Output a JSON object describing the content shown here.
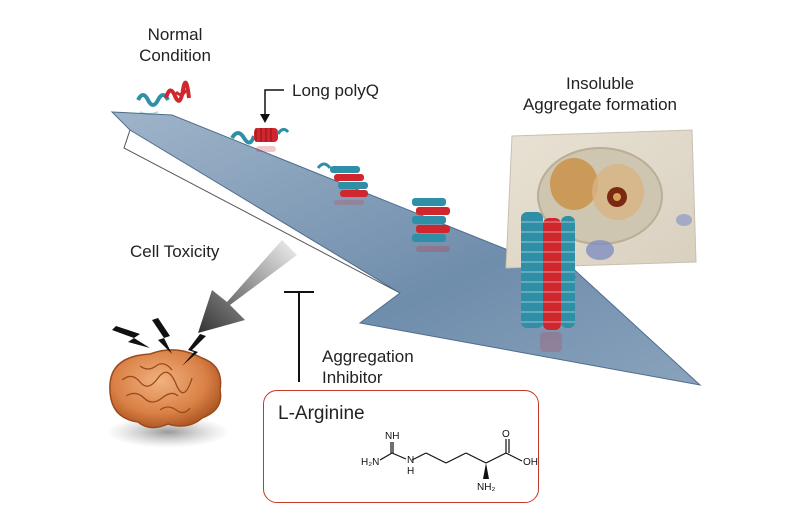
{
  "labels": {
    "normal_condition_line1": "Normal",
    "normal_condition_line2": "Condition",
    "long_polyq": "Long polyQ",
    "insoluble_line1": "Insoluble",
    "insoluble_line2": "Aggregate formation",
    "cell_toxicity": "Cell Toxicity",
    "aggregation_line1": "Aggregation",
    "aggregation_line2": "Inhibitor"
  },
  "inhibitor_box": {
    "name": "L-Arginine",
    "structure": {
      "nh": "NH",
      "h2n_left": "H₂N",
      "n_h_top": "N",
      "n_h_bottom": "H",
      "oh": "OH",
      "o": "O",
      "nh2": "NH₂"
    }
  },
  "colors": {
    "arrow_fill": "#6d8aa8",
    "helix_red": "#d0262e",
    "helix_teal": "#2f8fa6",
    "inhibitor_border": "#c0392b"
  }
}
